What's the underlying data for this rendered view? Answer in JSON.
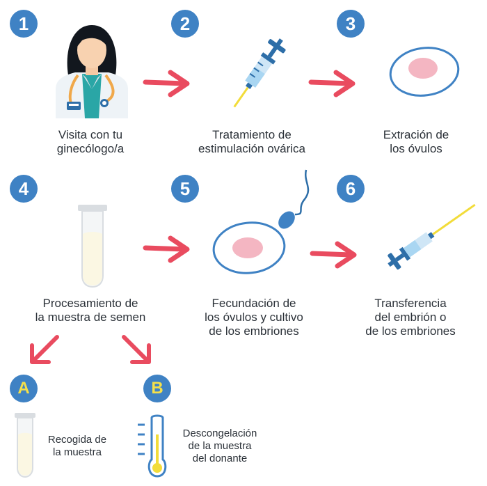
{
  "colors": {
    "badge": "#3f82c4",
    "badge_number": "#ffffff",
    "badge_letter": "#f5e04a",
    "arrow": "#e94b5f",
    "cell_outline": "#3f82c4",
    "cell_nucleus": "#f4b6c2",
    "needle": "#f2dc3a"
  },
  "steps": [
    {
      "number": "1",
      "label": "Visita con tu\nginecólogo/a",
      "icon": "doctor-icon"
    },
    {
      "number": "2",
      "label": "Tratamiento de\nestimulación ovárica",
      "icon": "syringe-icon"
    },
    {
      "number": "3",
      "label": "Extración de\nlos óvulos",
      "icon": "ovum-icon"
    },
    {
      "number": "4",
      "label": "Procesamiento de\nla muestra de semen",
      "icon": "test-tube-icon"
    },
    {
      "number": "5",
      "label": "Fecundación de\nlos óvulos y cultivo\nde los embriones",
      "icon": "fertilization-icon"
    },
    {
      "number": "6",
      "label": "Transferencia\ndel embrión o\nde los embriones",
      "icon": "catheter-icon"
    }
  ],
  "options": [
    {
      "letter": "A",
      "label": "Recogida de\nla muestra",
      "icon": "sample-tube-icon"
    },
    {
      "letter": "B",
      "label": "Descongelación\nde la muestra\ndel donante",
      "icon": "thermometer-icon"
    }
  ]
}
